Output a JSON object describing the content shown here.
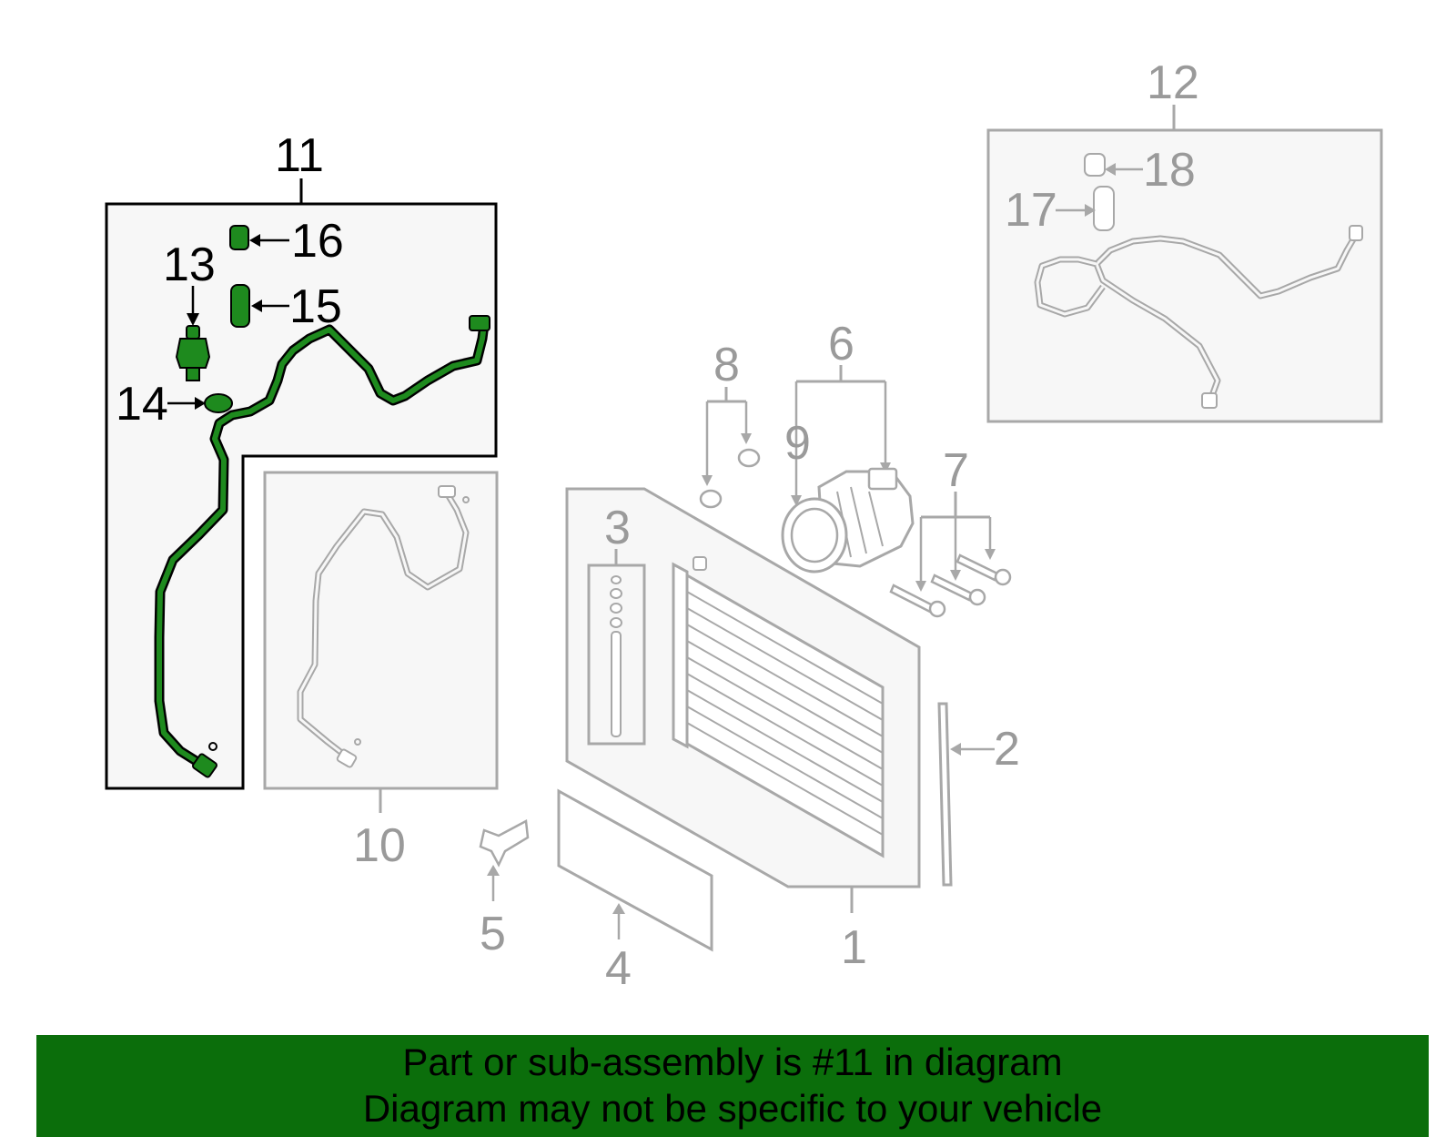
{
  "callouts": {
    "c1": "1",
    "c2": "2",
    "c3": "3",
    "c4": "4",
    "c5": "5",
    "c6": "6",
    "c7": "7",
    "c8": "8",
    "c9": "9",
    "c10": "10",
    "c11": "11",
    "c12": "12",
    "c13": "13",
    "c14": "14",
    "c15": "15",
    "c16": "16",
    "c17": "17",
    "c18": "18"
  },
  "highlighted_part": "11",
  "banner": {
    "line1": "Part or sub-assembly is #11 in diagram",
    "line2": "Diagram may not be specific to your vehicle"
  },
  "colors": {
    "highlight_part": "#1e8a1e",
    "banner_bg": "#0b6e0b",
    "callout_active": "#000000",
    "callout_inactive": "#9a9a9a"
  }
}
